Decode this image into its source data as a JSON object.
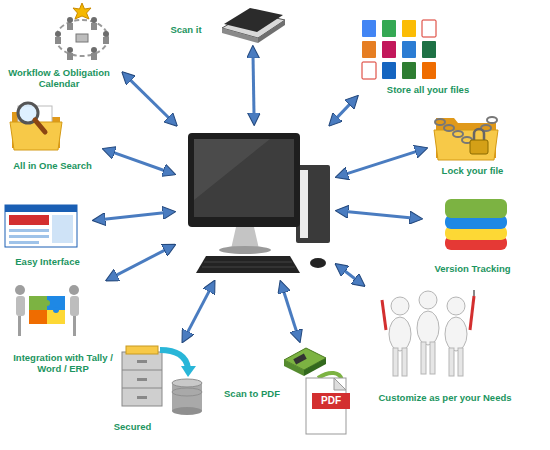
{
  "diagram": {
    "nodes": [
      {
        "text": [
          "Workflow & Obligation Calendar"
        ]
      },
      {
        "text": [
          "Scan it"
        ]
      },
      {
        "text": [
          "Store all your files"
        ]
      },
      {
        "text": [
          "All in One Search"
        ]
      },
      {
        "text": [
          "Lock your file"
        ]
      },
      {
        "text": []
      },
      {
        "text": [
          "Easy Interface"
        ]
      },
      {
        "text": [
          "Version Tracking"
        ]
      },
      {
        "text": [
          "Integration with Tally / Word / ERP"
        ]
      },
      {
        "text": [
          "Customize as per your Needs"
        ]
      },
      {
        "text": [
          "Secured"
        ]
      },
      {
        "text": [
          "Scan to PDF"
        ]
      }
    ],
    "edges": [
      {
        "from": 5,
        "to": 0,
        "arrow": "both"
      },
      {
        "from": 5,
        "to": 1,
        "arrow": "both"
      },
      {
        "from": 5,
        "to": 2,
        "arrow": "both"
      },
      {
        "from": 5,
        "to": 3,
        "arrow": "both"
      },
      {
        "from": 5,
        "to": 4,
        "arrow": "both"
      },
      {
        "from": 5,
        "to": 6,
        "arrow": "both"
      },
      {
        "from": 5,
        "to": 7,
        "arrow": "both"
      },
      {
        "from": 5,
        "to": 8,
        "arrow": "both"
      },
      {
        "from": 5,
        "to": 9,
        "arrow": "both"
      },
      {
        "from": 5,
        "to": 10,
        "arrow": "both"
      },
      {
        "from": 5,
        "to": 11,
        "arrow": "both"
      }
    ],
    "labels": [
      "PDF"
    ]
  }
}
